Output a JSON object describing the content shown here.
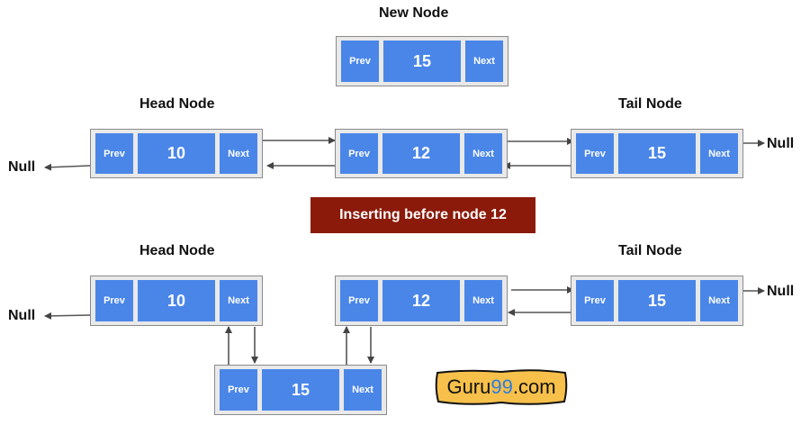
{
  "labels": {
    "new_node": "New Node",
    "head_top": "Head Node",
    "tail_top": "Tail Node",
    "head_bottom": "Head Node",
    "tail_bottom": "Tail Node",
    "banner": "Inserting before node 12"
  },
  "null_text": "Null",
  "nodes": {
    "new": {
      "prev": "Prev",
      "value": "15",
      "next": "Next"
    },
    "top_head": {
      "prev": "Prev",
      "value": "10",
      "next": "Next"
    },
    "top_mid": {
      "prev": "Prev",
      "value": "12",
      "next": "Next"
    },
    "top_tail": {
      "prev": "Prev",
      "value": "15",
      "next": "Next"
    },
    "bot_head": {
      "prev": "Prev",
      "value": "10",
      "next": "Next"
    },
    "bot_mid": {
      "prev": "Prev",
      "value": "12",
      "next": "Next"
    },
    "bot_tail": {
      "prev": "Prev",
      "value": "15",
      "next": "Next"
    },
    "bot_new": {
      "prev": "Prev",
      "value": "15",
      "next": "Next"
    }
  },
  "logo": {
    "part1": "Guru",
    "part2": "99",
    "part3": ".com"
  },
  "colors": {
    "cell": "#4a86e8",
    "banner": "#8b1a0a",
    "logo_bg": "#f7c04a"
  }
}
